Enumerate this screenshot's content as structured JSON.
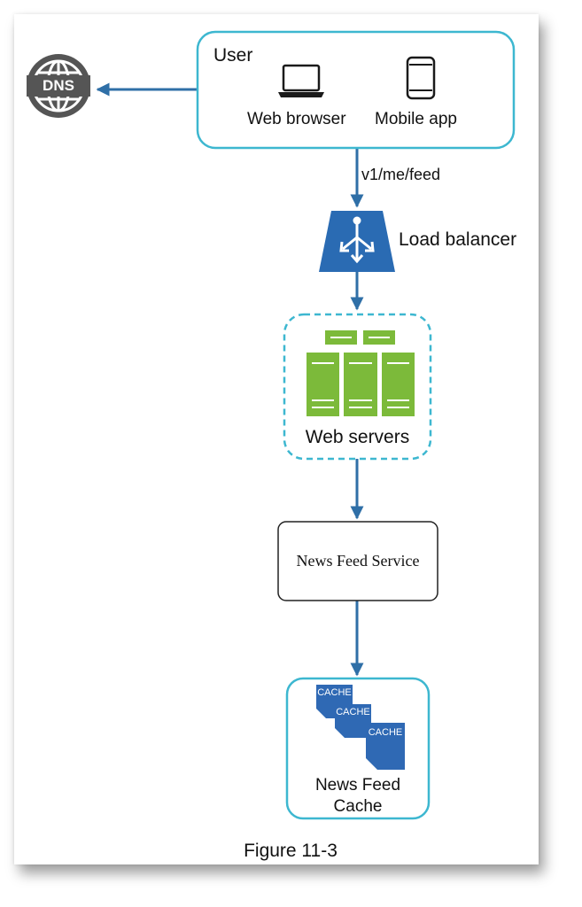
{
  "diagram": {
    "nodes": {
      "dns": {
        "icon": "globe-icon",
        "label": "DNS"
      },
      "user": {
        "label": "User",
        "clients": [
          {
            "icon": "laptop-icon",
            "label": "Web browser"
          },
          {
            "icon": "phone-icon",
            "label": "Mobile app"
          }
        ]
      },
      "load_balancer": {
        "icon": "load-balancer-icon",
        "label": "Load balancer"
      },
      "web_servers": {
        "icon": "server-rack-icon",
        "label": "Web servers"
      },
      "news_feed_service": {
        "label": "News Feed Service"
      },
      "news_feed_cache": {
        "icon": "cache-stack-icon",
        "cache_tiles": [
          "CACHE",
          "CACHE",
          "CACHE"
        ],
        "label_lines": [
          "News Feed",
          "Cache"
        ]
      }
    },
    "edges": [
      {
        "from": "user",
        "to": "dns",
        "label": ""
      },
      {
        "from": "user",
        "to": "load_balancer",
        "label": "v1/me/feed"
      },
      {
        "from": "load_balancer",
        "to": "web_servers",
        "label": ""
      },
      {
        "from": "web_servers",
        "to": "news_feed_service",
        "label": ""
      },
      {
        "from": "news_feed_service",
        "to": "news_feed_cache",
        "label": ""
      }
    ],
    "colors": {
      "arrow": "#2f6fa7",
      "cyan_border": "#3db7d0",
      "lb_blue": "#2a6bb3",
      "server_green": "#7cba3a",
      "cache_blue": "#2f69b4",
      "dns_gray": "#555555"
    },
    "caption": "Figure 11-3"
  }
}
